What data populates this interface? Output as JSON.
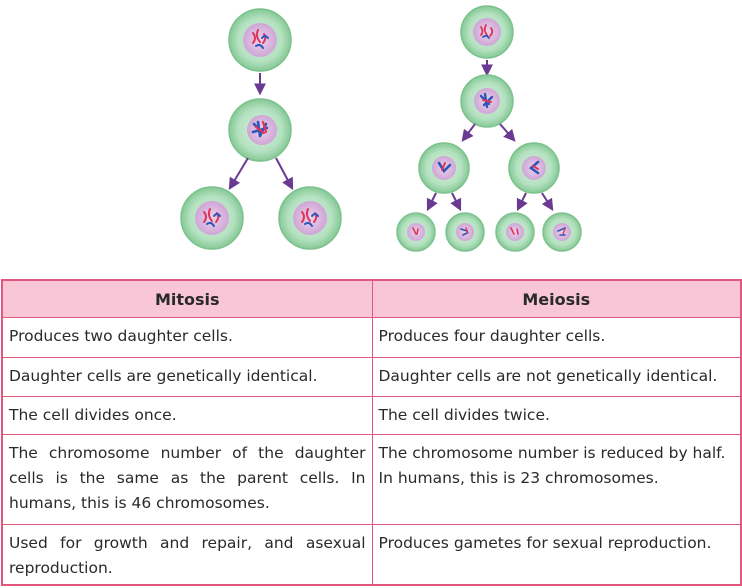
{
  "table": {
    "headers": [
      "Mitosis",
      "Meiosis"
    ],
    "rows": [
      [
        "Produces two daughter cells.",
        "Produces four daughter cells."
      ],
      [
        "Daughter cells are genetically identical.",
        "Daughter cells are not genetically identical."
      ],
      [
        "The cell divides once.",
        "The cell divides twice."
      ],
      [
        "The chromosome number of the daughter cells is the same as the parent cells. In humans, this is 46 chromosomes.",
        "The chromosome number is reduced by half. In humans, this is 23 chromosomes."
      ],
      [
        "Used for growth and repair, and asexual reproduction.",
        "Produces gametes for sexual reproduction."
      ]
    ]
  },
  "colors": {
    "table_border": "#e1577d",
    "header_fill": "#f8c6d6",
    "cell_membrane": "#8fd19e",
    "cell_inner": "#c9ead2",
    "nucleus": "#d9b6dc",
    "arrow": "#6a3a92",
    "chromosome_red": "#e0355a",
    "chromosome_blue": "#2f56b8"
  }
}
